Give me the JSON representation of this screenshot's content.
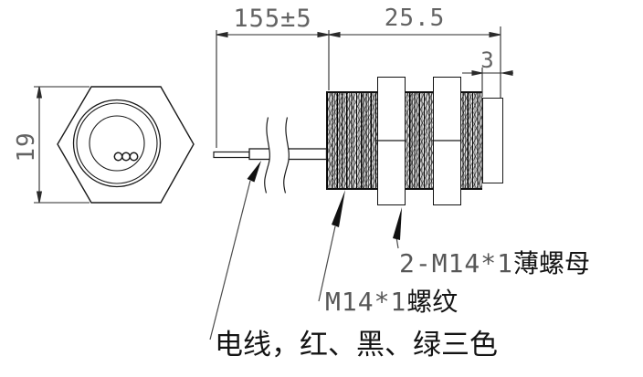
{
  "drawing": {
    "type": "engineering-drawing",
    "background_color": "#ffffff",
    "line_color": "#1a1a1a",
    "dim_text_color": "#636363",
    "label_text_color": "#141414",
    "front_view": {
      "shape": "hexagon",
      "rings": 3,
      "contact_dots": 3,
      "across_flats_dim": "19"
    },
    "side_view": {
      "cable_length_dim": "155±5",
      "body_length_dim": "25.5",
      "cap_thickness_dim": "3",
      "nut_count": 2
    },
    "dimensions": {
      "cable_length": "155±5",
      "body_length": "25.5",
      "cap_thickness": "3",
      "hex_height": "19"
    },
    "callouts": {
      "nuts_prefix": "2-M14*1",
      "nuts_suffix": "薄螺母",
      "thread_prefix": "M14*1",
      "thread_suffix": "螺纹",
      "wire": "电线，红、黑、绿三色"
    }
  }
}
